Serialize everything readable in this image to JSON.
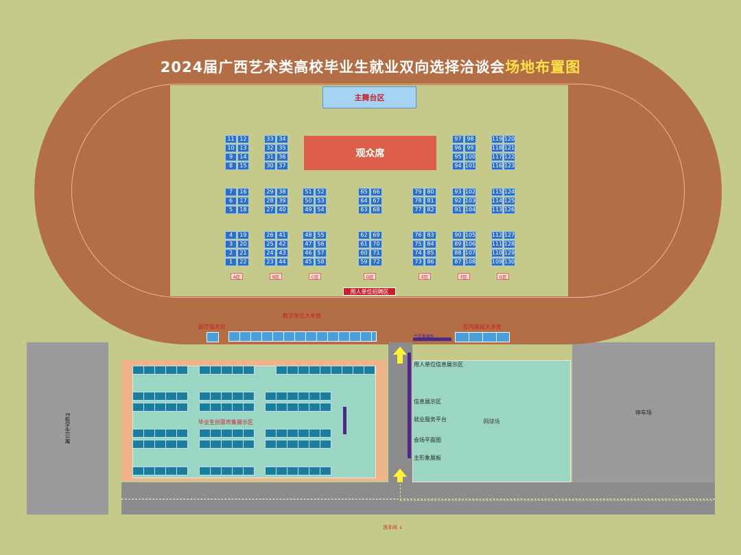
{
  "title": {
    "main": "2024届广西艺术类高校毕业生就业双向选择洽谈会",
    "highlight": "场地布置图"
  },
  "areas": {
    "main_stage": "主舞台区",
    "audience": "观众席",
    "recruit_area": "用人单位招聘区",
    "medical": "医疗服务处",
    "teaching_camp": "教学单位大本营",
    "school_camp": "区内高校大本营",
    "display_board_top": "主形象展板",
    "info_zone": "用人单位信息展示区",
    "info_board": "信息展示区",
    "employment_platform": "就业服务平台",
    "venue_map": "会场平面图",
    "display_board": "主形象展板",
    "court": "网球场",
    "parking": "停车场",
    "apartment": "E栋学生公寓",
    "market": "毕业生创意市集展示区",
    "restroom": "洗手间"
  },
  "booth_blocks": {
    "A_top": [
      [
        "11",
        "12"
      ],
      [
        "10",
        "13"
      ],
      [
        "9",
        "14"
      ],
      [
        "8",
        "15"
      ]
    ],
    "B_top": [
      [
        "33",
        "34"
      ],
      [
        "32",
        "35"
      ],
      [
        "31",
        "36"
      ],
      [
        "30",
        "37"
      ]
    ],
    "G_top": [
      [
        "119",
        "120"
      ],
      [
        "118",
        "121"
      ],
      [
        "117",
        "122"
      ],
      [
        "116",
        "123"
      ]
    ],
    "F_top": [
      [
        "97",
        "98"
      ],
      [
        "96",
        "99"
      ],
      [
        "95",
        "100"
      ],
      [
        "94",
        "101"
      ]
    ],
    "A_mid": [
      [
        "7",
        "16"
      ],
      [
        "6",
        "17"
      ],
      [
        "5",
        "18"
      ]
    ],
    "B_mid": [
      [
        "29",
        "38"
      ],
      [
        "28",
        "39"
      ],
      [
        "27",
        "40"
      ]
    ],
    "C_mid": [
      [
        "51",
        "52"
      ],
      [
        "50",
        "53"
      ],
      [
        "49",
        "54"
      ]
    ],
    "D_mid": [
      [
        "65",
        "66"
      ],
      [
        "64",
        "67"
      ],
      [
        "63",
        "68"
      ]
    ],
    "E_mid": [
      [
        "79",
        "80"
      ],
      [
        "78",
        "81"
      ],
      [
        "77",
        "82"
      ]
    ],
    "F_mid": [
      [
        "93",
        "102"
      ],
      [
        "92",
        "103"
      ],
      [
        "91",
        "104"
      ]
    ],
    "G_mid": [
      [
        "115",
        "124"
      ],
      [
        "114",
        "125"
      ],
      [
        "113",
        "126"
      ]
    ],
    "A_bot": [
      [
        "4",
        "19"
      ],
      [
        "3",
        "20"
      ],
      [
        "2",
        "21"
      ],
      [
        "1",
        "22"
      ]
    ],
    "B_bot": [
      [
        "26",
        "41"
      ],
      [
        "25",
        "42"
      ],
      [
        "24",
        "43"
      ],
      [
        "23",
        "44"
      ]
    ],
    "C_bot": [
      [
        "48",
        "55"
      ],
      [
        "47",
        "56"
      ],
      [
        "46",
        "57"
      ],
      [
        "45",
        "58"
      ]
    ],
    "D_bot": [
      [
        "62",
        "69"
      ],
      [
        "61",
        "70"
      ],
      [
        "60",
        "71"
      ],
      [
        "59",
        "72"
      ]
    ],
    "E_bot": [
      [
        "76",
        "83"
      ],
      [
        "75",
        "84"
      ],
      [
        "74",
        "85"
      ],
      [
        "73",
        "86"
      ]
    ],
    "F_bot": [
      [
        "90",
        "105"
      ],
      [
        "89",
        "106"
      ],
      [
        "88",
        "107"
      ],
      [
        "87",
        "108"
      ]
    ],
    "G_bot": [
      [
        "112",
        "127"
      ],
      [
        "111",
        "128"
      ],
      [
        "110",
        "129"
      ],
      [
        "109",
        "130"
      ]
    ]
  },
  "zones": [
    "A区",
    "B区",
    "C区",
    "D区",
    "E区",
    "F区",
    "G区"
  ],
  "colors": {
    "track": "#b36e46",
    "field": "#c5c98a",
    "booth": "#2d6fc4",
    "audience": "#dd5f4a",
    "court": "#9bd6c4",
    "accent": "#ffe24a"
  }
}
